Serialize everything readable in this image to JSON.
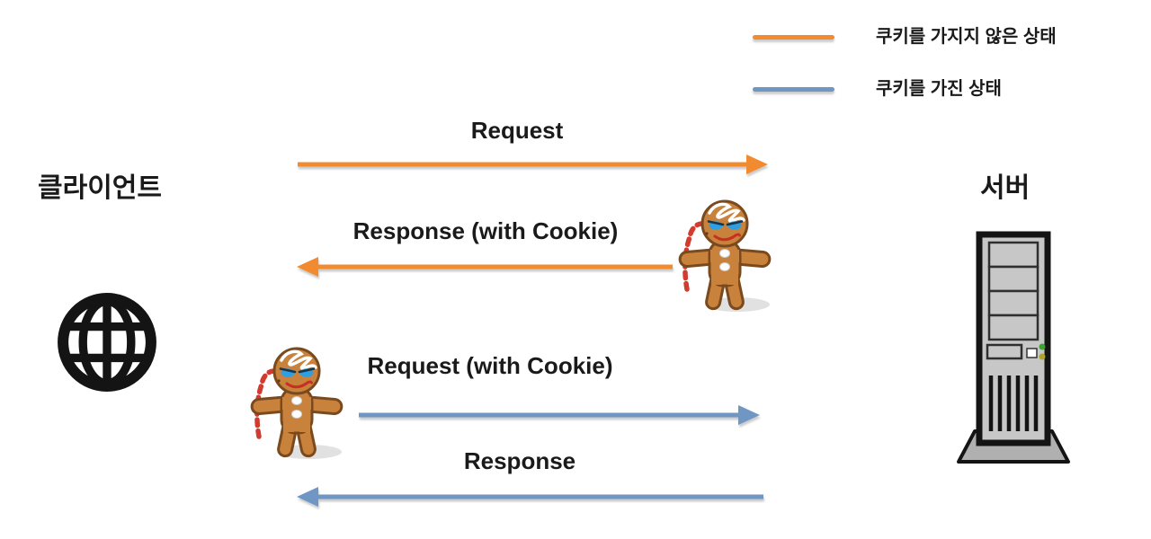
{
  "legend": {
    "items": [
      {
        "id": "without-cookie",
        "label": "쿠키를 가지지 않은 상태",
        "color": "#F28B30"
      },
      {
        "id": "with-cookie",
        "label": "쿠키를 가진 상태",
        "color": "#7096C4"
      }
    ]
  },
  "actors": {
    "client": {
      "label": "클라이언트",
      "icon": "globe-icon"
    },
    "server": {
      "label": "서버",
      "icon": "server-tower-icon"
    }
  },
  "messages": [
    {
      "label": "Request",
      "from": "client",
      "to": "server",
      "state": "without-cookie",
      "color": "#F28B30",
      "cookie_icon": false
    },
    {
      "label": "Response (with Cookie)",
      "from": "server",
      "to": "client",
      "state": "without-cookie",
      "color": "#F28B30",
      "cookie_icon": true
    },
    {
      "label": "Request (with Cookie)",
      "from": "client",
      "to": "server",
      "state": "with-cookie",
      "color": "#7096C4",
      "cookie_icon": true
    },
    {
      "label": "Response",
      "from": "server",
      "to": "client",
      "state": "with-cookie",
      "color": "#7096C4",
      "cookie_icon": false
    }
  ],
  "colors": {
    "orange": "#F28B30",
    "blue": "#7096C4",
    "text": "#1a1a1a",
    "background": "#ffffff",
    "cookie-body": "#C9823C",
    "cookie-outline": "#7A4A1E",
    "candy-red": "#D23B2E",
    "icing-white": "#FFFFFF",
    "eye-blue": "#2E9FE0",
    "mouth-red": "#C53022",
    "server-gray": "#C7C7C7",
    "icon-black": "#141414"
  }
}
